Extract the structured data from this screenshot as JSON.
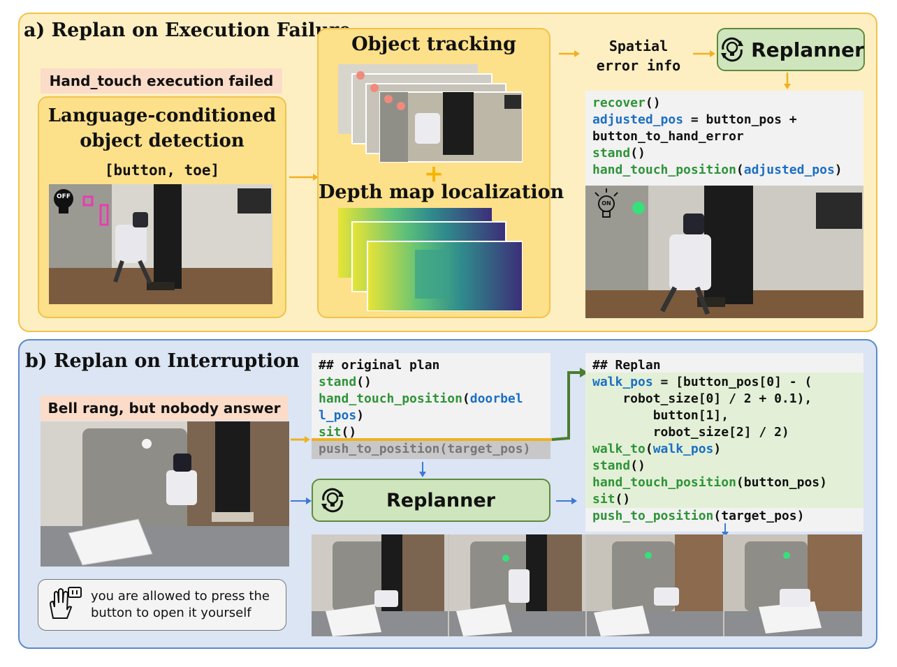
{
  "panel_a": {
    "title": "a) Replan on Execution Failure",
    "failure_label": "Hand_touch execution failed",
    "detection_title": "Language-conditioned object detection",
    "detection_query": "[button, toe]",
    "off_icon_text": "OFF",
    "tracking_title": "Object tracking",
    "plus": "+",
    "depth_title": "Depth map localization",
    "spatial_line1": "Spatial",
    "spatial_line2": "error info",
    "replanner_label": "Replanner",
    "on_icon_text": "ON",
    "code": [
      [
        {
          "t": "recover",
          "c": "kw"
        },
        {
          "t": "()",
          "c": ""
        }
      ],
      [
        {
          "t": "adjusted_pos",
          "c": "var"
        },
        {
          "t": " = button_pos +",
          "c": ""
        }
      ],
      [
        {
          "t": "button_to_hand_error",
          "c": ""
        }
      ],
      [
        {
          "t": "stand",
          "c": "kw"
        },
        {
          "t": "()",
          "c": ""
        }
      ],
      [
        {
          "t": "hand_touch_position",
          "c": "kw"
        },
        {
          "t": "(",
          "c": ""
        },
        {
          "t": "adjusted_pos",
          "c": "var"
        },
        {
          "t": ")",
          "c": ""
        }
      ]
    ]
  },
  "panel_b": {
    "title": "b) Replan on Interruption",
    "bell_label": "Bell rang, but nobody answer",
    "speech_line1": "you are allowed to press the",
    "speech_line2": "button to open it yourself",
    "replanner_label": "Replanner",
    "original_plan": [
      [
        {
          "t": "## original plan",
          "c": ""
        }
      ],
      [
        {
          "t": "stand",
          "c": "kw"
        },
        {
          "t": "()",
          "c": ""
        }
      ],
      [
        {
          "t": "hand_touch_position",
          "c": "kw"
        },
        {
          "t": "(",
          "c": ""
        },
        {
          "t": "doorbel",
          "c": "var"
        }
      ],
      [
        {
          "t": "l_pos",
          "c": "var"
        },
        {
          "t": ")",
          "c": ""
        }
      ],
      [
        {
          "t": "sit",
          "c": "kw"
        },
        {
          "t": "()",
          "c": ""
        }
      ]
    ],
    "original_plan_cut": "push_to_position(target_pos)",
    "replan": [
      [
        {
          "t": "## Replan",
          "c": ""
        }
      ],
      [
        {
          "t": "walk_pos",
          "c": "var"
        },
        {
          "t": " = [button_pos[0] - (",
          "c": ""
        }
      ],
      [
        {
          "t": "    robot_size[0] / 2 + 0.1),",
          "c": ""
        }
      ],
      [
        {
          "t": "        button[1],",
          "c": ""
        }
      ],
      [
        {
          "t": "        robot_size[2] / 2)",
          "c": ""
        }
      ],
      [
        {
          "t": "walk_to",
          "c": "kw"
        },
        {
          "t": "(",
          "c": ""
        },
        {
          "t": "walk_pos",
          "c": "var"
        },
        {
          "t": ")",
          "c": ""
        }
      ],
      [
        {
          "t": "stand",
          "c": "kw"
        },
        {
          "t": "()",
          "c": ""
        }
      ],
      [
        {
          "t": "hand_touch_position",
          "c": "kw"
        },
        {
          "t": "(button_pos)",
          "c": ""
        }
      ],
      [
        {
          "t": "sit",
          "c": "kw"
        },
        {
          "t": "()",
          "c": ""
        }
      ]
    ],
    "replan_last": [
      {
        "t": "push_to_position",
        "c": "kw"
      },
      {
        "t": "(target_pos)",
        "c": ""
      }
    ]
  }
}
